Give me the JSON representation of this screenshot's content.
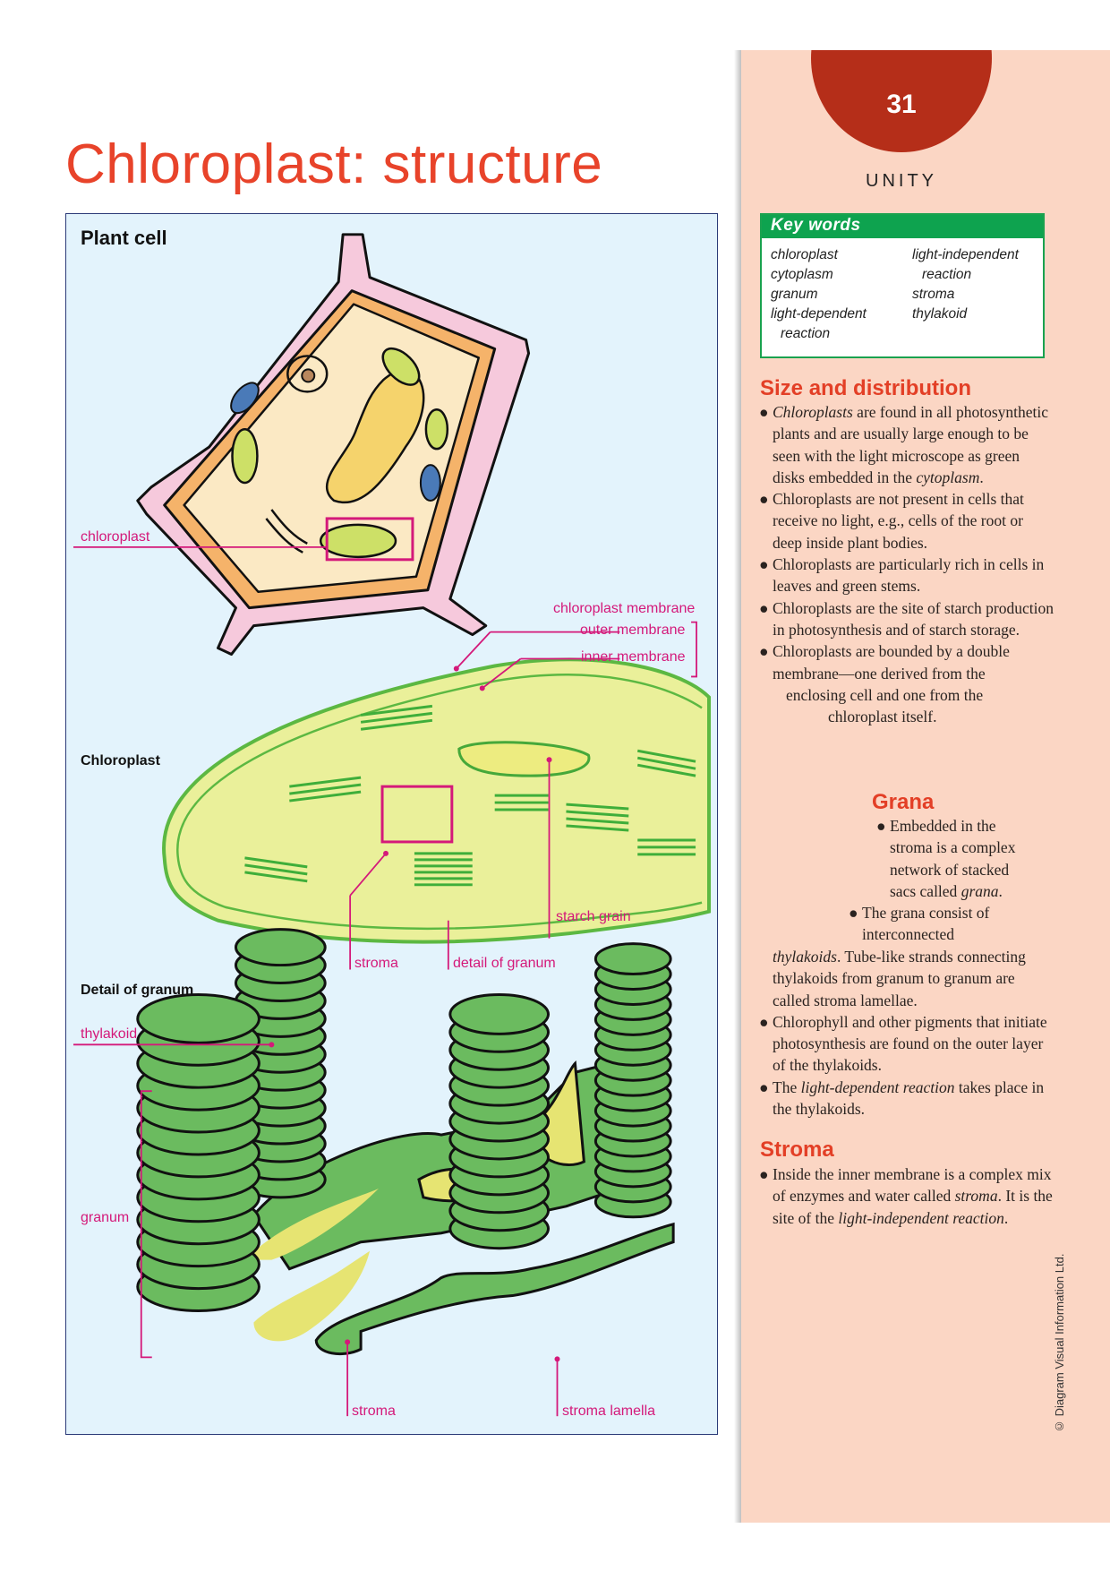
{
  "page": {
    "title": "Chloroplast: structure",
    "page_number": "31",
    "section": "UNITY",
    "copyright": "© Diagram Visual Information Ltd."
  },
  "colors": {
    "title": "#e8432a",
    "heading": "#e33f26",
    "page_circle": "#b52e19",
    "sidebar_bg": "#fbd6c4",
    "keywords_green": "#0ea34f",
    "label_magenta": "#d4197a",
    "panel_bg": "#e3f3fc"
  },
  "diagram": {
    "plant_cell": {
      "heading": "Plant cell",
      "labels": {
        "chloroplast": "chloroplast"
      }
    },
    "chloroplast": {
      "heading": "Chloroplast",
      "labels": {
        "membrane": "chloroplast membrane",
        "outer": "outer membrane",
        "inner": "inner membrane",
        "starch": "starch grain",
        "stroma": "stroma",
        "detail": "detail of granum"
      }
    },
    "granum": {
      "heading": "Detail of granum",
      "labels": {
        "thylakoid": "thylakoid",
        "granum": "granum",
        "stroma": "stroma",
        "lamella": "stroma lamella"
      }
    }
  },
  "key_words": {
    "title": "Key words",
    "col1": [
      "chloroplast",
      "cytoplasm",
      "granum",
      "light-dependent",
      "  reaction"
    ],
    "col2": [
      "light-independent",
      "  reaction",
      "stroma",
      "thylakoid"
    ]
  },
  "sections": {
    "size": {
      "heading": "Size and distribution",
      "b1_em": "Chloroplasts",
      "b1_a": " are found in all photosynthetic plants and are usually large enough to be seen with the light microscope as green disks embedded in the ",
      "b1_em2": "cytoplasm",
      "b1_b": ".",
      "b2": "Chloroplasts are not present in cells that receive no light, e.g., cells of the root or deep inside plant bodies.",
      "b3": "Chloroplasts are particularly rich in cells in leaves and green stems.",
      "b4": "Chloroplasts are the site of starch production in photosynthesis and of starch storage.",
      "b5_l1": "Chloroplasts are bounded by a double",
      "b5_l2": "membrane—one derived from the",
      "b5_l3": "enclosing cell and one from the",
      "b5_l4": "chloroplast itself."
    },
    "grana": {
      "heading": "Grana",
      "b1_l1": "Embedded in the",
      "b1_l2": "stroma is a complex",
      "b1_l3": "network of stacked",
      "b1_l4a": "sacs called ",
      "b1_l4em": "grana",
      "b1_l4b": ".",
      "b2_l1": "The grana consist of",
      "b2_l2": "interconnected",
      "b2_em": "thylakoids",
      "b2_rest": ". Tube-like strands connecting thylakoids from granum to granum are called stroma lamellae.",
      "b3": "Chlorophyll and other pigments that initiate photosynthesis are found on the outer layer of the thylakoids.",
      "b4_a": "The ",
      "b4_em": "light-dependent reaction",
      "b4_b": " takes place in the thylakoids."
    },
    "stroma": {
      "heading": "Stroma",
      "b1_a": "Inside the inner membrane is a complex mix of enzymes and water called ",
      "b1_em": "stroma",
      "b1_b": ". It is the site of the ",
      "b1_em2": "light-independent reaction",
      "b1_c": "."
    }
  }
}
